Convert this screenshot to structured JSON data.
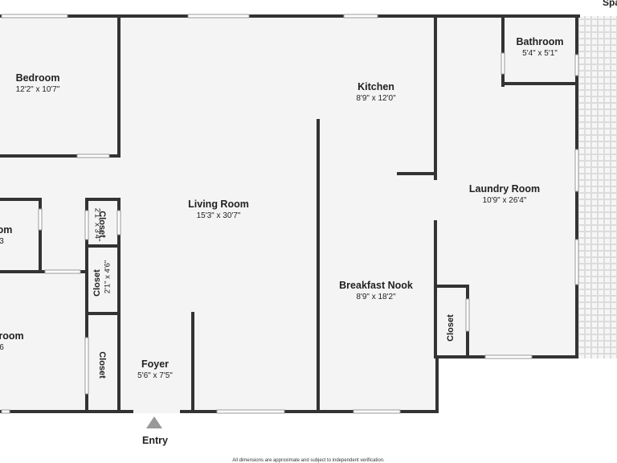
{
  "rooms": [
    {
      "name": "Bedroom",
      "dims": "12'2\" x 10'7\""
    },
    {
      "name": "Kitchen",
      "dims": "8'9\" x 12'0\""
    },
    {
      "name": "Bathroom",
      "dims": "5'4\" x 5'1\""
    },
    {
      "name": "Living Room",
      "dims": "15'3\" x 30'7\""
    },
    {
      "name": "Laundry Room",
      "dims": "10'9\" x 26'4\""
    },
    {
      "name": "Breakfast Nook",
      "dims": "8'9\" x 18'2\""
    },
    {
      "name": "Foyer",
      "dims": "5'6\" x 7'5\""
    },
    {
      "name": "om",
      "dims": "3"
    },
    {
      "name": "room",
      "dims": "6"
    }
  ],
  "closets": [
    {
      "name": "Closet",
      "dims": "2'1\" x 3'4\""
    },
    {
      "name": "Closet",
      "dims": "2'1\" x 4'6\""
    },
    {
      "name": "Closet",
      "dims": ""
    },
    {
      "name": "Closet",
      "dims": ""
    }
  ],
  "labels": {
    "entry": "Entry",
    "space": "Spa",
    "footnote": "All dimensions are approximate and subject to independent verification."
  },
  "colors": {
    "wall": "#333333",
    "floor": "#f4f4f4",
    "window": "#cfcfcf",
    "entry_marker": "#999999"
  }
}
